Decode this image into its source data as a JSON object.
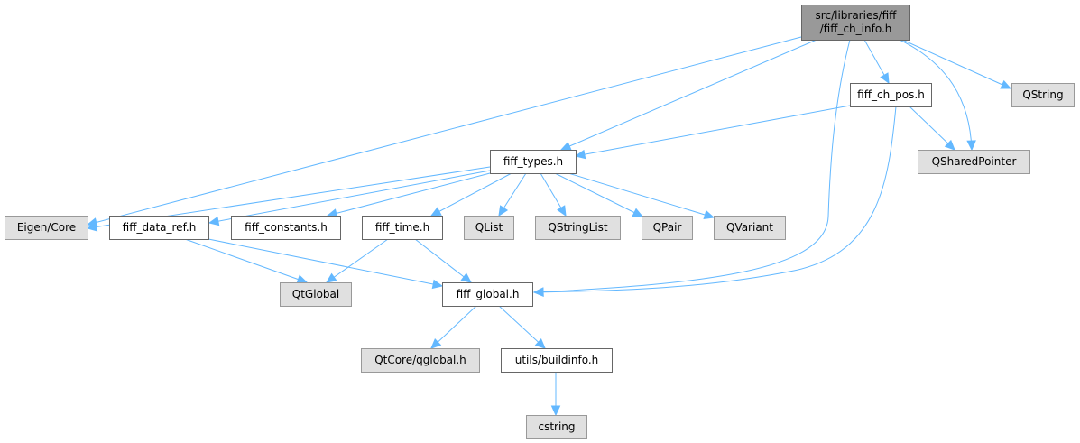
{
  "diagram": {
    "type": "include-dependency-graph",
    "colors": {
      "root_fill": "#999999",
      "root_stroke": "#666666",
      "local_fill": "#ffffff",
      "local_stroke": "#666666",
      "external_fill": "#e0e0e0",
      "external_stroke": "#999999",
      "edge": "#63b8ff"
    },
    "nodes": [
      {
        "id": "root",
        "label_lines": [
          "src/libraries/fiff",
          "/fiff_ch_info.h"
        ],
        "kind": "root"
      },
      {
        "id": "fiff_ch_pos",
        "label_lines": [
          "fiff_ch_pos.h"
        ],
        "kind": "local"
      },
      {
        "id": "qstring",
        "label_lines": [
          "QString"
        ],
        "kind": "external"
      },
      {
        "id": "qsharedpointer",
        "label_lines": [
          "QSharedPointer"
        ],
        "kind": "external"
      },
      {
        "id": "fiff_types",
        "label_lines": [
          "fiff_types.h"
        ],
        "kind": "local"
      },
      {
        "id": "eigen_core",
        "label_lines": [
          "Eigen/Core"
        ],
        "kind": "external"
      },
      {
        "id": "fiff_data_ref",
        "label_lines": [
          "fiff_data_ref.h"
        ],
        "kind": "local"
      },
      {
        "id": "fiff_constants",
        "label_lines": [
          "fiff_constants.h"
        ],
        "kind": "local"
      },
      {
        "id": "fiff_time",
        "label_lines": [
          "fiff_time.h"
        ],
        "kind": "local"
      },
      {
        "id": "qlist",
        "label_lines": [
          "QList"
        ],
        "kind": "external"
      },
      {
        "id": "qstringlist",
        "label_lines": [
          "QStringList"
        ],
        "kind": "external"
      },
      {
        "id": "qpair",
        "label_lines": [
          "QPair"
        ],
        "kind": "external"
      },
      {
        "id": "qvariant",
        "label_lines": [
          "QVariant"
        ],
        "kind": "external"
      },
      {
        "id": "qtglobal",
        "label_lines": [
          "QtGlobal"
        ],
        "kind": "external"
      },
      {
        "id": "fiff_global",
        "label_lines": [
          "fiff_global.h"
        ],
        "kind": "local"
      },
      {
        "id": "qtcore_qglobal",
        "label_lines": [
          "QtCore/qglobal.h"
        ],
        "kind": "external"
      },
      {
        "id": "utils_buildinfo",
        "label_lines": [
          "utils/buildinfo.h"
        ],
        "kind": "local"
      },
      {
        "id": "cstring",
        "label_lines": [
          "cstring"
        ],
        "kind": "external"
      }
    ],
    "edges": [
      {
        "from": "root",
        "to": "eigen_core"
      },
      {
        "from": "root",
        "to": "fiff_types"
      },
      {
        "from": "root",
        "to": "fiff_global"
      },
      {
        "from": "root",
        "to": "fiff_ch_pos"
      },
      {
        "from": "root",
        "to": "qsharedpointer"
      },
      {
        "from": "root",
        "to": "qstring"
      },
      {
        "from": "fiff_ch_pos",
        "to": "fiff_types"
      },
      {
        "from": "fiff_ch_pos",
        "to": "qsharedpointer"
      },
      {
        "from": "fiff_ch_pos",
        "to": "fiff_global"
      },
      {
        "from": "fiff_types",
        "to": "eigen_core"
      },
      {
        "from": "fiff_types",
        "to": "fiff_data_ref"
      },
      {
        "from": "fiff_types",
        "to": "fiff_constants"
      },
      {
        "from": "fiff_types",
        "to": "fiff_time"
      },
      {
        "from": "fiff_types",
        "to": "qlist"
      },
      {
        "from": "fiff_types",
        "to": "qstringlist"
      },
      {
        "from": "fiff_types",
        "to": "qpair"
      },
      {
        "from": "fiff_types",
        "to": "qvariant"
      },
      {
        "from": "fiff_data_ref",
        "to": "qtglobal"
      },
      {
        "from": "fiff_data_ref",
        "to": "fiff_global"
      },
      {
        "from": "fiff_time",
        "to": "qtglobal"
      },
      {
        "from": "fiff_time",
        "to": "fiff_global"
      },
      {
        "from": "fiff_global",
        "to": "qtcore_qglobal"
      },
      {
        "from": "fiff_global",
        "to": "utils_buildinfo"
      },
      {
        "from": "utils_buildinfo",
        "to": "cstring"
      }
    ]
  }
}
